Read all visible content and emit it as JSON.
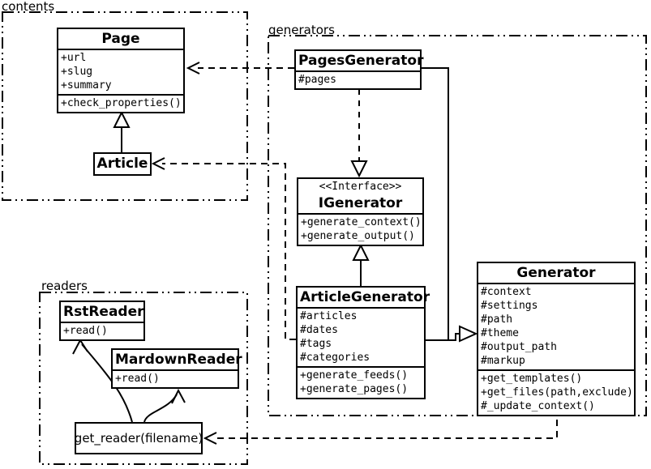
{
  "packages": {
    "contents": {
      "label": "contents"
    },
    "generators": {
      "label": "generators"
    },
    "readers": {
      "label": "readers"
    }
  },
  "classes": {
    "page": {
      "name": "Page",
      "attributes": [
        "+url",
        "+slug",
        "+summary"
      ],
      "methods": [
        "+check_properties()"
      ]
    },
    "article": {
      "name": "Article"
    },
    "pages_generator": {
      "name": "PagesGenerator",
      "attributes": [
        "#pages"
      ]
    },
    "igenerator": {
      "stereotype": "<<Interface>>",
      "name": "IGenerator",
      "methods": [
        "+generate_context()",
        "+generate_output()"
      ]
    },
    "article_generator": {
      "name": "ArticleGenerator",
      "attributes": [
        "#articles",
        "#dates",
        "#tags",
        "#categories"
      ],
      "methods": [
        "+generate_feeds()",
        "+generate_pages()"
      ]
    },
    "generator": {
      "name": "Generator",
      "attributes": [
        "#context",
        "#settings",
        "#path",
        "#theme",
        "#output_path",
        "#markup"
      ],
      "methods": [
        "+get_templates()",
        "+get_files(path,exclude)",
        "#_update_context()"
      ]
    },
    "rst_reader": {
      "name": "RstReader",
      "methods": [
        "+read()"
      ]
    },
    "markdown_reader": {
      "name": "MardownReader",
      "methods": [
        "+read()"
      ]
    },
    "get_reader": {
      "name": "get_reader(filename)"
    }
  },
  "relationships": [
    {
      "from": "Article",
      "to": "Page",
      "type": "inheritance"
    },
    {
      "from": "PagesGenerator",
      "to": "Page",
      "type": "dependency"
    },
    {
      "from": "ArticleGenerator",
      "to": "Article",
      "type": "dependency"
    },
    {
      "from": "PagesGenerator",
      "to": "IGenerator",
      "type": "realization"
    },
    {
      "from": "ArticleGenerator",
      "to": "IGenerator",
      "type": "inheritance"
    },
    {
      "from": "PagesGenerator",
      "to": "Generator",
      "type": "inheritance"
    },
    {
      "from": "ArticleGenerator",
      "to": "Generator",
      "type": "inheritance"
    },
    {
      "from": "Generator",
      "to": "get_reader(filename)",
      "type": "dependency"
    },
    {
      "from": "get_reader(filename)",
      "to": "RstReader",
      "type": "call-arrow"
    },
    {
      "from": "get_reader(filename)",
      "to": "MardownReader",
      "type": "call-arrow"
    }
  ],
  "colors": {
    "stroke": "#000000",
    "background": "#ffffff"
  }
}
